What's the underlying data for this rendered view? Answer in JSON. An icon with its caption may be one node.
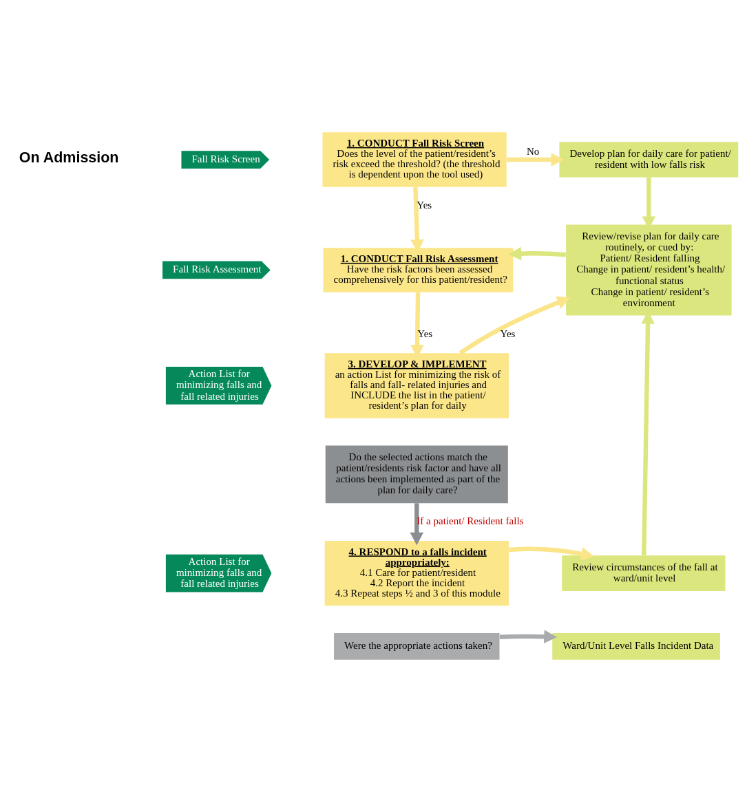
{
  "diagram": {
    "nodes": [
      {
        "text": [
          "Fall Risk Screen"
        ]
      },
      {
        "text": [
          "1. CONDUCT Fall Risk Screen",
          "Does the level of the patient/resident’s risk exceed the threshold? (the threshold is dependent upon the tool used)"
        ]
      },
      {
        "text": [
          "Develop plan for daily care for patient/ resident with low falls risk"
        ]
      },
      {
        "text": [
          "Fall Risk Assessment"
        ]
      },
      {
        "text": [
          "1. CONDUCT Fall Risk Assessment",
          "Have the risk factors been assessed comprehensively for this patient/resident?"
        ]
      },
      {
        "text": [
          "Review/revise plan for daily care routinely, or cued by:",
          "Patient/ Resident falling",
          "Change in patient/ resident’s health/ functional status",
          "Change in patient/ resident’s environment"
        ]
      },
      {
        "text": [
          "Action List for minimizing falls and fall related injuries"
        ]
      },
      {
        "text": [
          "3. DEVELOP & IMPLEMENT",
          "an action List for minimizing the risk of falls and fall- related injuries and INCLUDE the list in the patient/ resident’s plan for daily"
        ]
      },
      {
        "text": [
          "Do the selected actions match the patient/residents risk factor and have all actions been implemented as part of the plan for daily care?"
        ]
      },
      {
        "text": [
          "Action List for minimizing falls and fall related injuries"
        ]
      },
      {
        "text": [
          "4. RESPOND to a falls incident appropriately:",
          "4.1 Care for patient/resident",
          "4.2 Report the incident",
          "4.3 Repeat steps ½ and 3 of this module"
        ]
      },
      {
        "text": [
          "Were the appropriate actions taken?"
        ]
      },
      {
        "text": [
          "Review circumstances of the fall at ward/unit level"
        ]
      },
      {
        "text": [
          "Ward/Unit Level Falls Incident Data"
        ]
      }
    ],
    "edges": [
      {
        "from": 1,
        "to": 2,
        "arrow": "to",
        "label": "No"
      },
      {
        "from": 1,
        "to": 4,
        "arrow": "to",
        "label": "Yes"
      },
      {
        "from": 2,
        "to": 5,
        "arrow": "to",
        "color": "#dce67e"
      },
      {
        "from": 5,
        "to": 4,
        "arrow": "to",
        "color": "#dce67e"
      },
      {
        "from": 4,
        "to": 7,
        "arrow": "to",
        "label": "Yes"
      },
      {
        "from": 7,
        "to": 5,
        "arrow": "to",
        "label": "Yes"
      },
      {
        "from": 8,
        "to": 10,
        "arrow": "to",
        "label": "If a patient/ Resident falls",
        "color": "#8c8f92"
      },
      {
        "from": 10,
        "to": 12,
        "arrow": "to"
      },
      {
        "from": 11,
        "to": 13,
        "arrow": "to",
        "color": "#a9abad"
      },
      {
        "from": 12,
        "to": 5,
        "arrow": "to",
        "color": "#dce67e"
      }
    ],
    "labels": [
      "On Admission"
    ]
  }
}
